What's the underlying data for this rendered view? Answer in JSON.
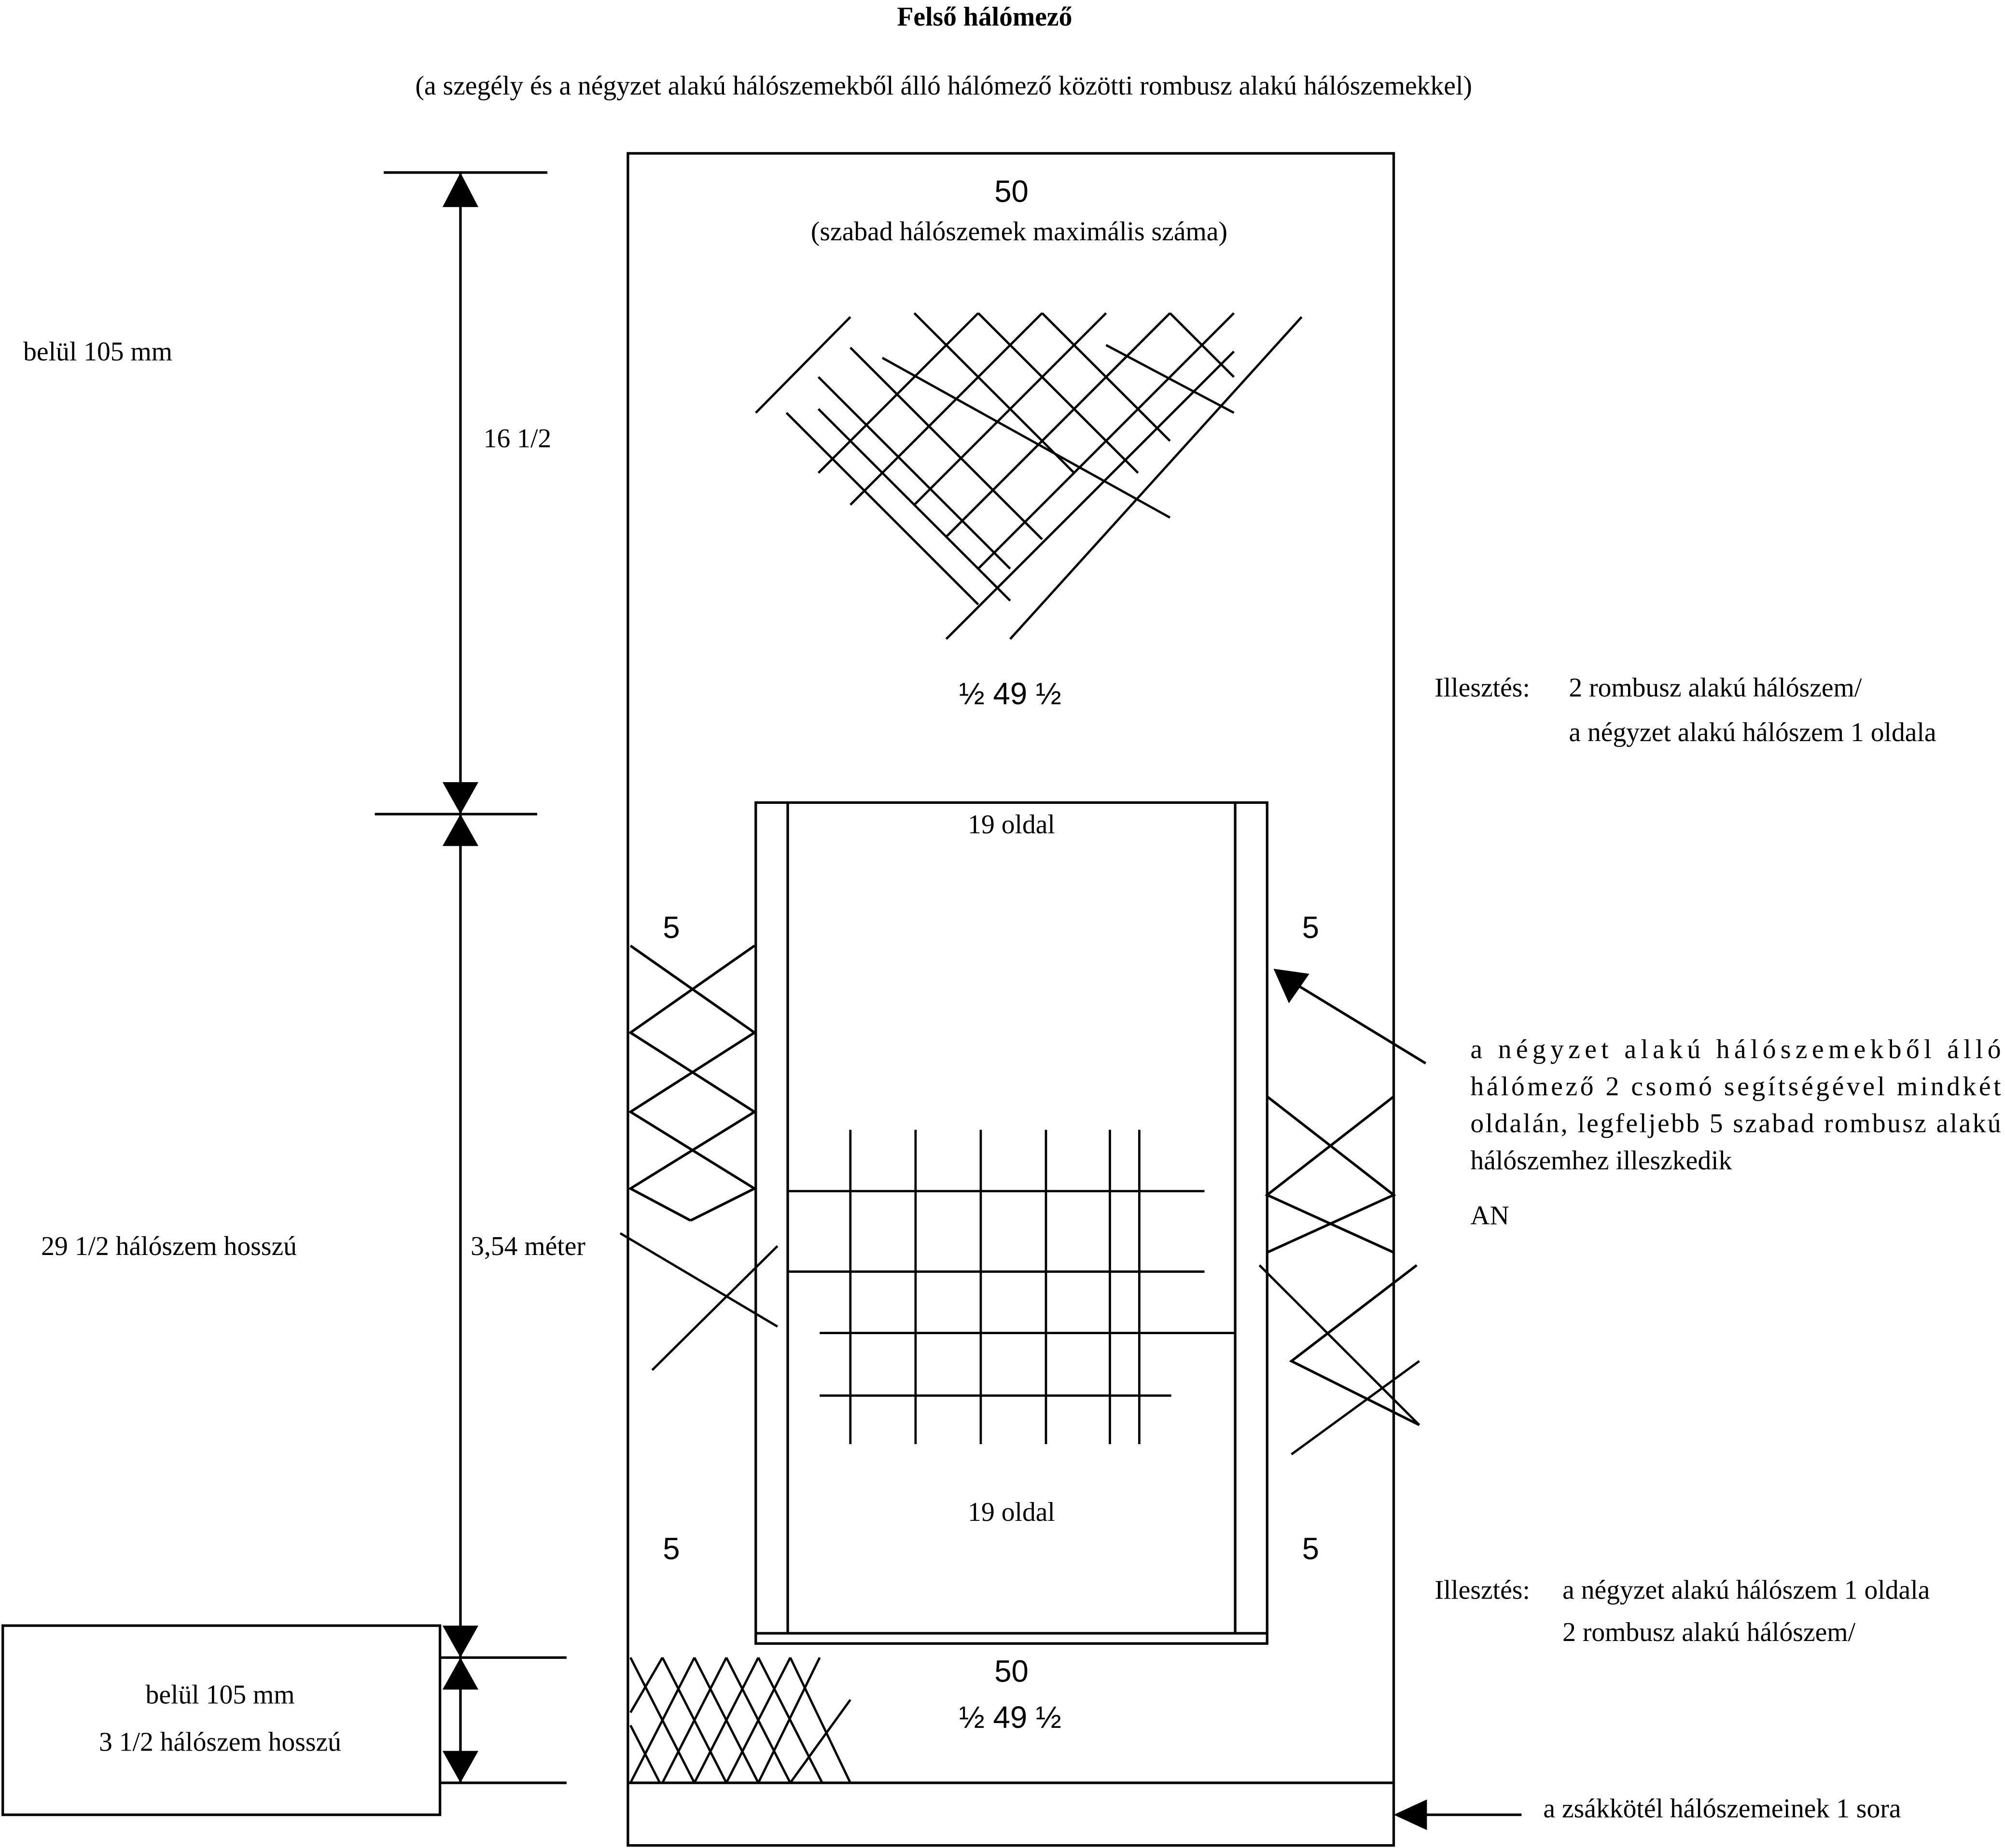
{
  "title": "Felső hálómező",
  "subtitle": "(a szegély és a négyzet alakú hálószemekből álló hálómező közötti rombusz alakú hálószemekkel)",
  "top_section": {
    "count": "50",
    "count_note": "(szabad hálószemek maximális száma)",
    "half_label": "½ 49 ½"
  },
  "inner_panel": {
    "top_label": "19 oldal",
    "bottom_label": "19 oldal"
  },
  "side_counts": {
    "upper_left": "5",
    "upper_right": "5",
    "lower_left": "5",
    "lower_right": "5"
  },
  "bottom_section": {
    "count": "50",
    "half_label": "½ 49 ½"
  },
  "left_labels": {
    "top_mesh": "belül 105 mm",
    "top_height": "16 1/2",
    "mid_height_label": "29 1/2  hálószem hosszú",
    "mid_length": "3,54 méter",
    "box_line1": "belül 105 mm",
    "box_line2": "3 1/2  hálószem hosszú"
  },
  "right_labels": {
    "fit_top_label": "Illesztés:",
    "fit_top_line1": "2 rombusz alakú hálószem/",
    "fit_top_line2": "a négyzet alakú hálószem 1 oldala",
    "panel_note": [
      "a négyzet alakú hálószemekből álló",
      "hálómező 2 csomó segítségével mindkét",
      "oldalán, legfeljebb 5 szabad rombusz alakú",
      "hálószemhez illeszkedik"
    ],
    "panel_note_code": "AN",
    "fit_bottom_label": "Illesztés:",
    "fit_bottom_line1": "a négyzet alakú hálószem 1 oldala",
    "fit_bottom_line2": "2 rombusz alakú hálószem/",
    "selvedge_note": "a zsákkötél hálószemeinek 1 sora"
  }
}
